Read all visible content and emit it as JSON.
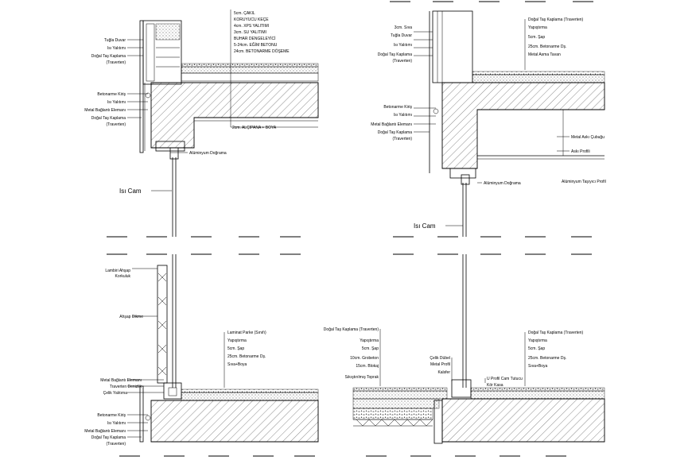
{
  "left_top": {
    "labels_right": [
      "5cm. ÇAKIL",
      "KORUYUCU KEÇE",
      "4cm. XPS YALITIMI",
      "3cm. SU YALITIMI",
      "BUHAR DENGELEYİCİ",
      "5-24cm. EĞİM BETONU",
      "24cm. BETONARME DÖŞEME"
    ],
    "labels_left": [
      "Tuğla Duvar",
      "Isı Yalıtımı",
      "Doğal Taş Kaplama",
      "(Traverten)",
      "Betonarme Kiriş",
      "Isı Yalıtımı",
      "Metal Bağlantı Elemanı",
      "Doğal Taş Kaplama",
      "(Traverten)"
    ],
    "soffit_label": "2cm. ALÇIPANA + BOYA",
    "frame_label": "Alüminyum Doğrama",
    "glass_label": "Isı Cam"
  },
  "left_bottom": {
    "panel_labels": [
      "Lambiri Ahşap",
      "Korkuluk",
      "Ahşap Dikme"
    ],
    "labels_right": [
      "Laminat Parke (Sınıfı)",
      "Yapıştırma",
      "5cm. Şap",
      "25cm. Betonarme Dş.",
      "Sıva+Boya"
    ],
    "labels_left": [
      "Metal Bağlantı Elemanı",
      "Traverten Denizlik",
      "Çelik Yalıtıma",
      "Betonarme Kiriş",
      "Isı Yalıtımı",
      "Metal Bağlantı Elemanı",
      "Doğal Taş Kaplama",
      "(Traverten)"
    ]
  },
  "right_top": {
    "labels_left": [
      "3cm. Sıva",
      "Tuğla Duvar",
      "Isı Yalıtımı",
      "Doğal Taş Kaplama",
      "(Traverten)",
      "Betonarme Kiriş",
      "Isı Yalıtımı",
      "Metal Bağlantı Elemanı",
      "Doğal Taş Kaplama",
      "(Traverten)"
    ],
    "labels_right": [
      "Doğal Taş Kaplama (Traverten)",
      "Yapıştırma",
      "5cm. Şap",
      "25cm. Betonarme Dş.",
      "Metal Asma Tavan"
    ],
    "ceiling_labels": [
      "Metal Askı Çubuğu",
      "Askı Profili"
    ],
    "frame_label": "Alüminyum Doğrama",
    "profile_label": "Alüminyum Taşıyıcı Profil",
    "glass_label": "Isı Cam"
  },
  "right_bottom": {
    "labels_left": [
      "Doğal Taş Kaplama (Traverten)",
      "Yapıştırma",
      "5cm. Şap",
      "10cm. Grobeton",
      "15cm. Blokaj",
      "Sıkıştırılmış Toprak"
    ],
    "mid_labels": [
      "Çelik Dübel",
      "Metal Profil",
      "Kalsfer"
    ],
    "frame_labels": [
      "U Profil Cam Tutucu",
      "Kör Kasa"
    ],
    "labels_right": [
      "Doğal Taş Kaplama (Traverten)",
      "Yapıştırma",
      "5cm. Şap",
      "25cm. Betonarme Dş.",
      "Sıva+Boya"
    ]
  }
}
